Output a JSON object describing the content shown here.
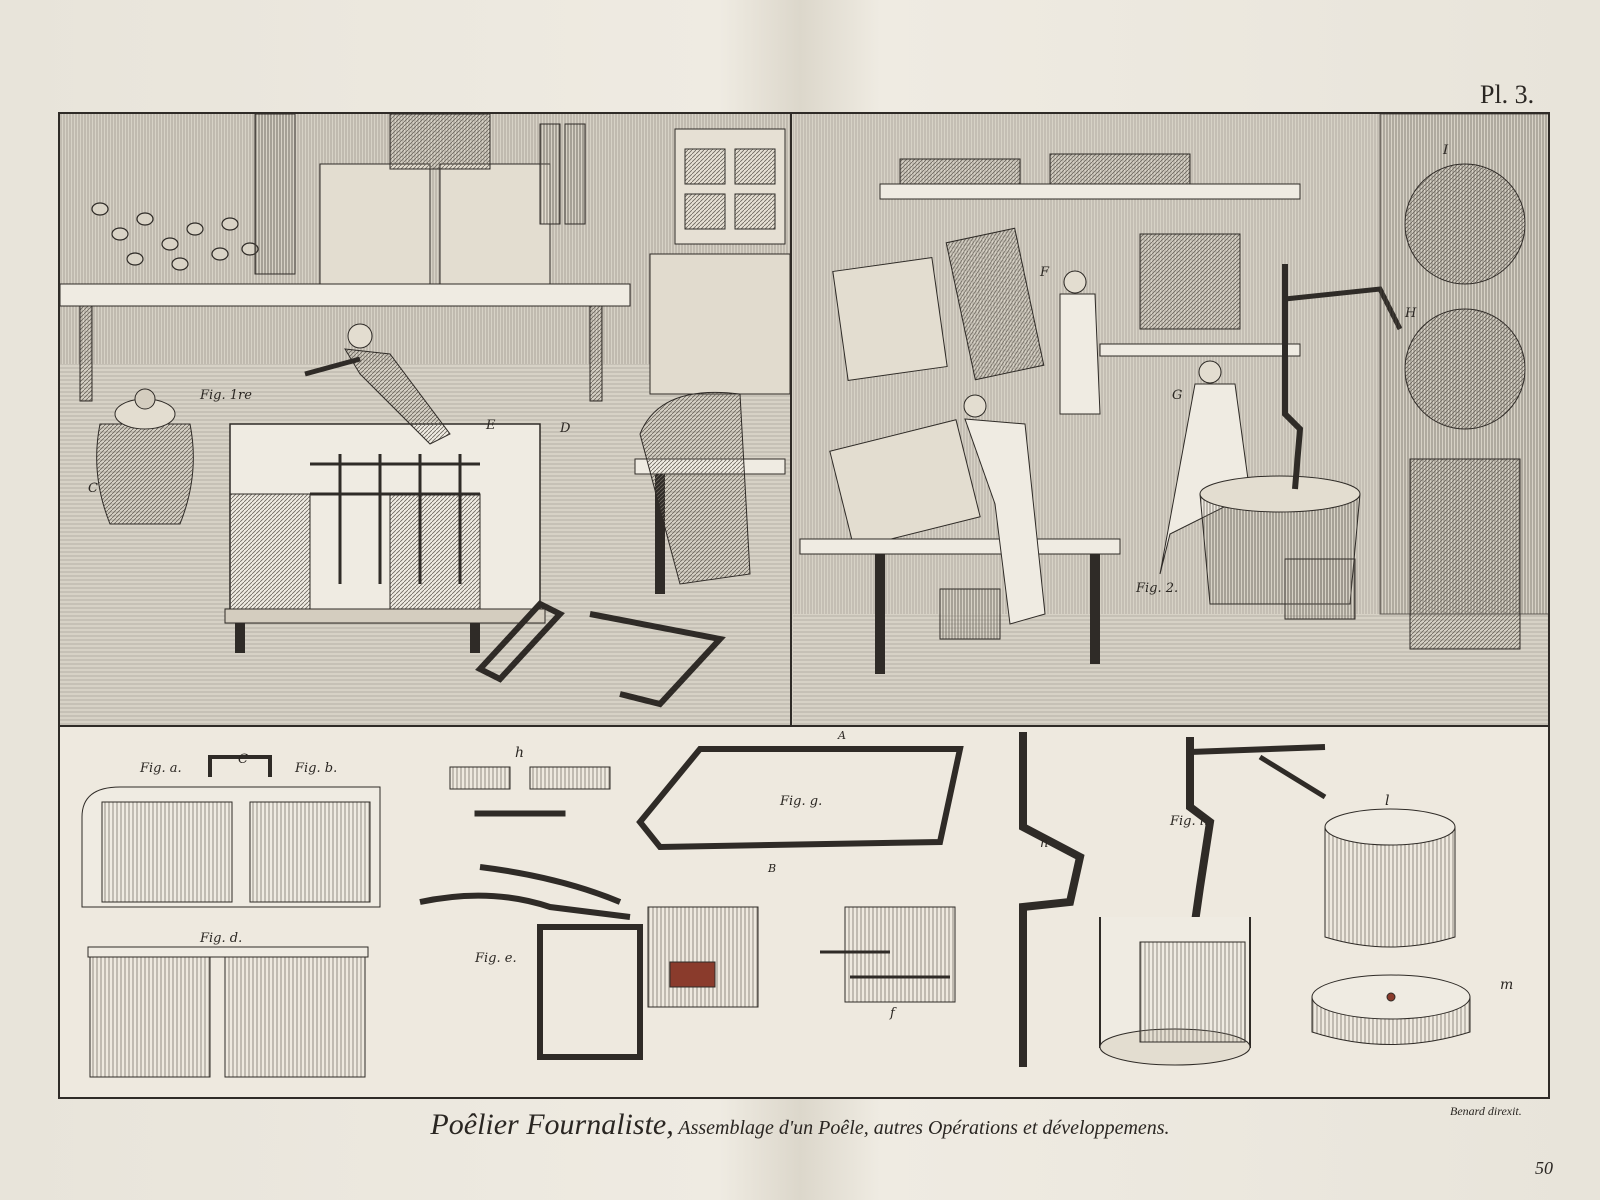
{
  "plate": {
    "number": "Pl. 3.",
    "page": "50",
    "engraver": "Benard direxit."
  },
  "caption": {
    "main": "Poêlier Fournaliste,",
    "sub": " Assemblage d'un Poêle, autres Opérations et développemens."
  },
  "top_labels": {
    "fig1": "Fig. 1re",
    "fig2": "Fig. 2.",
    "C": "C",
    "D": "D",
    "E": "E",
    "F": "F",
    "G": "G",
    "H": "H",
    "I": "I"
  },
  "bottom_labels": {
    "fig_a": "Fig. a.",
    "fig_b": "Fig. b.",
    "c": "C",
    "fig_d": "Fig. d.",
    "h": "h",
    "A": "A",
    "B": "B",
    "fig_g": "Fig. g.",
    "fig_e": "Fig. e.",
    "f": "f",
    "n": "n",
    "fig_i": "Fig. i.",
    "l": "l",
    "m": "m"
  },
  "colors": {
    "ink": "#2a2622",
    "paper": "#efebe2",
    "shade": "#8a847a"
  }
}
